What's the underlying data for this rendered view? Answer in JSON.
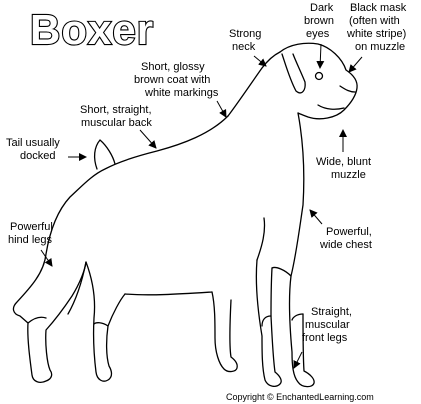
{
  "title": "Boxer",
  "labels": [
    {
      "id": "strong-neck",
      "lines": [
        "Strong",
        "neck"
      ]
    },
    {
      "id": "dark-brown-eyes",
      "lines": [
        "Dark",
        "brown",
        "eyes"
      ]
    },
    {
      "id": "black-mask",
      "lines": [
        "Black mask",
        "(often with",
        "white stripe)",
        "on muzzle"
      ]
    },
    {
      "id": "glossy-coat",
      "lines": [
        "Short, glossy",
        "brown coat with",
        "white markings"
      ]
    },
    {
      "id": "muscular-back",
      "lines": [
        "Short, straight,",
        "muscular back"
      ]
    },
    {
      "id": "tail-docked",
      "lines": [
        "Tail usually",
        "docked"
      ]
    },
    {
      "id": "wide-muzzle",
      "lines": [
        "Wide, blunt",
        "muzzle"
      ]
    },
    {
      "id": "hind-legs",
      "lines": [
        "Powerful",
        "hind legs"
      ]
    },
    {
      "id": "wide-chest",
      "lines": [
        "Powerful,",
        "wide chest"
      ]
    },
    {
      "id": "front-legs",
      "lines": [
        "Straight,",
        "muscular",
        "front legs"
      ]
    }
  ],
  "copyright": "Copyright © EnchantedLearning.com"
}
